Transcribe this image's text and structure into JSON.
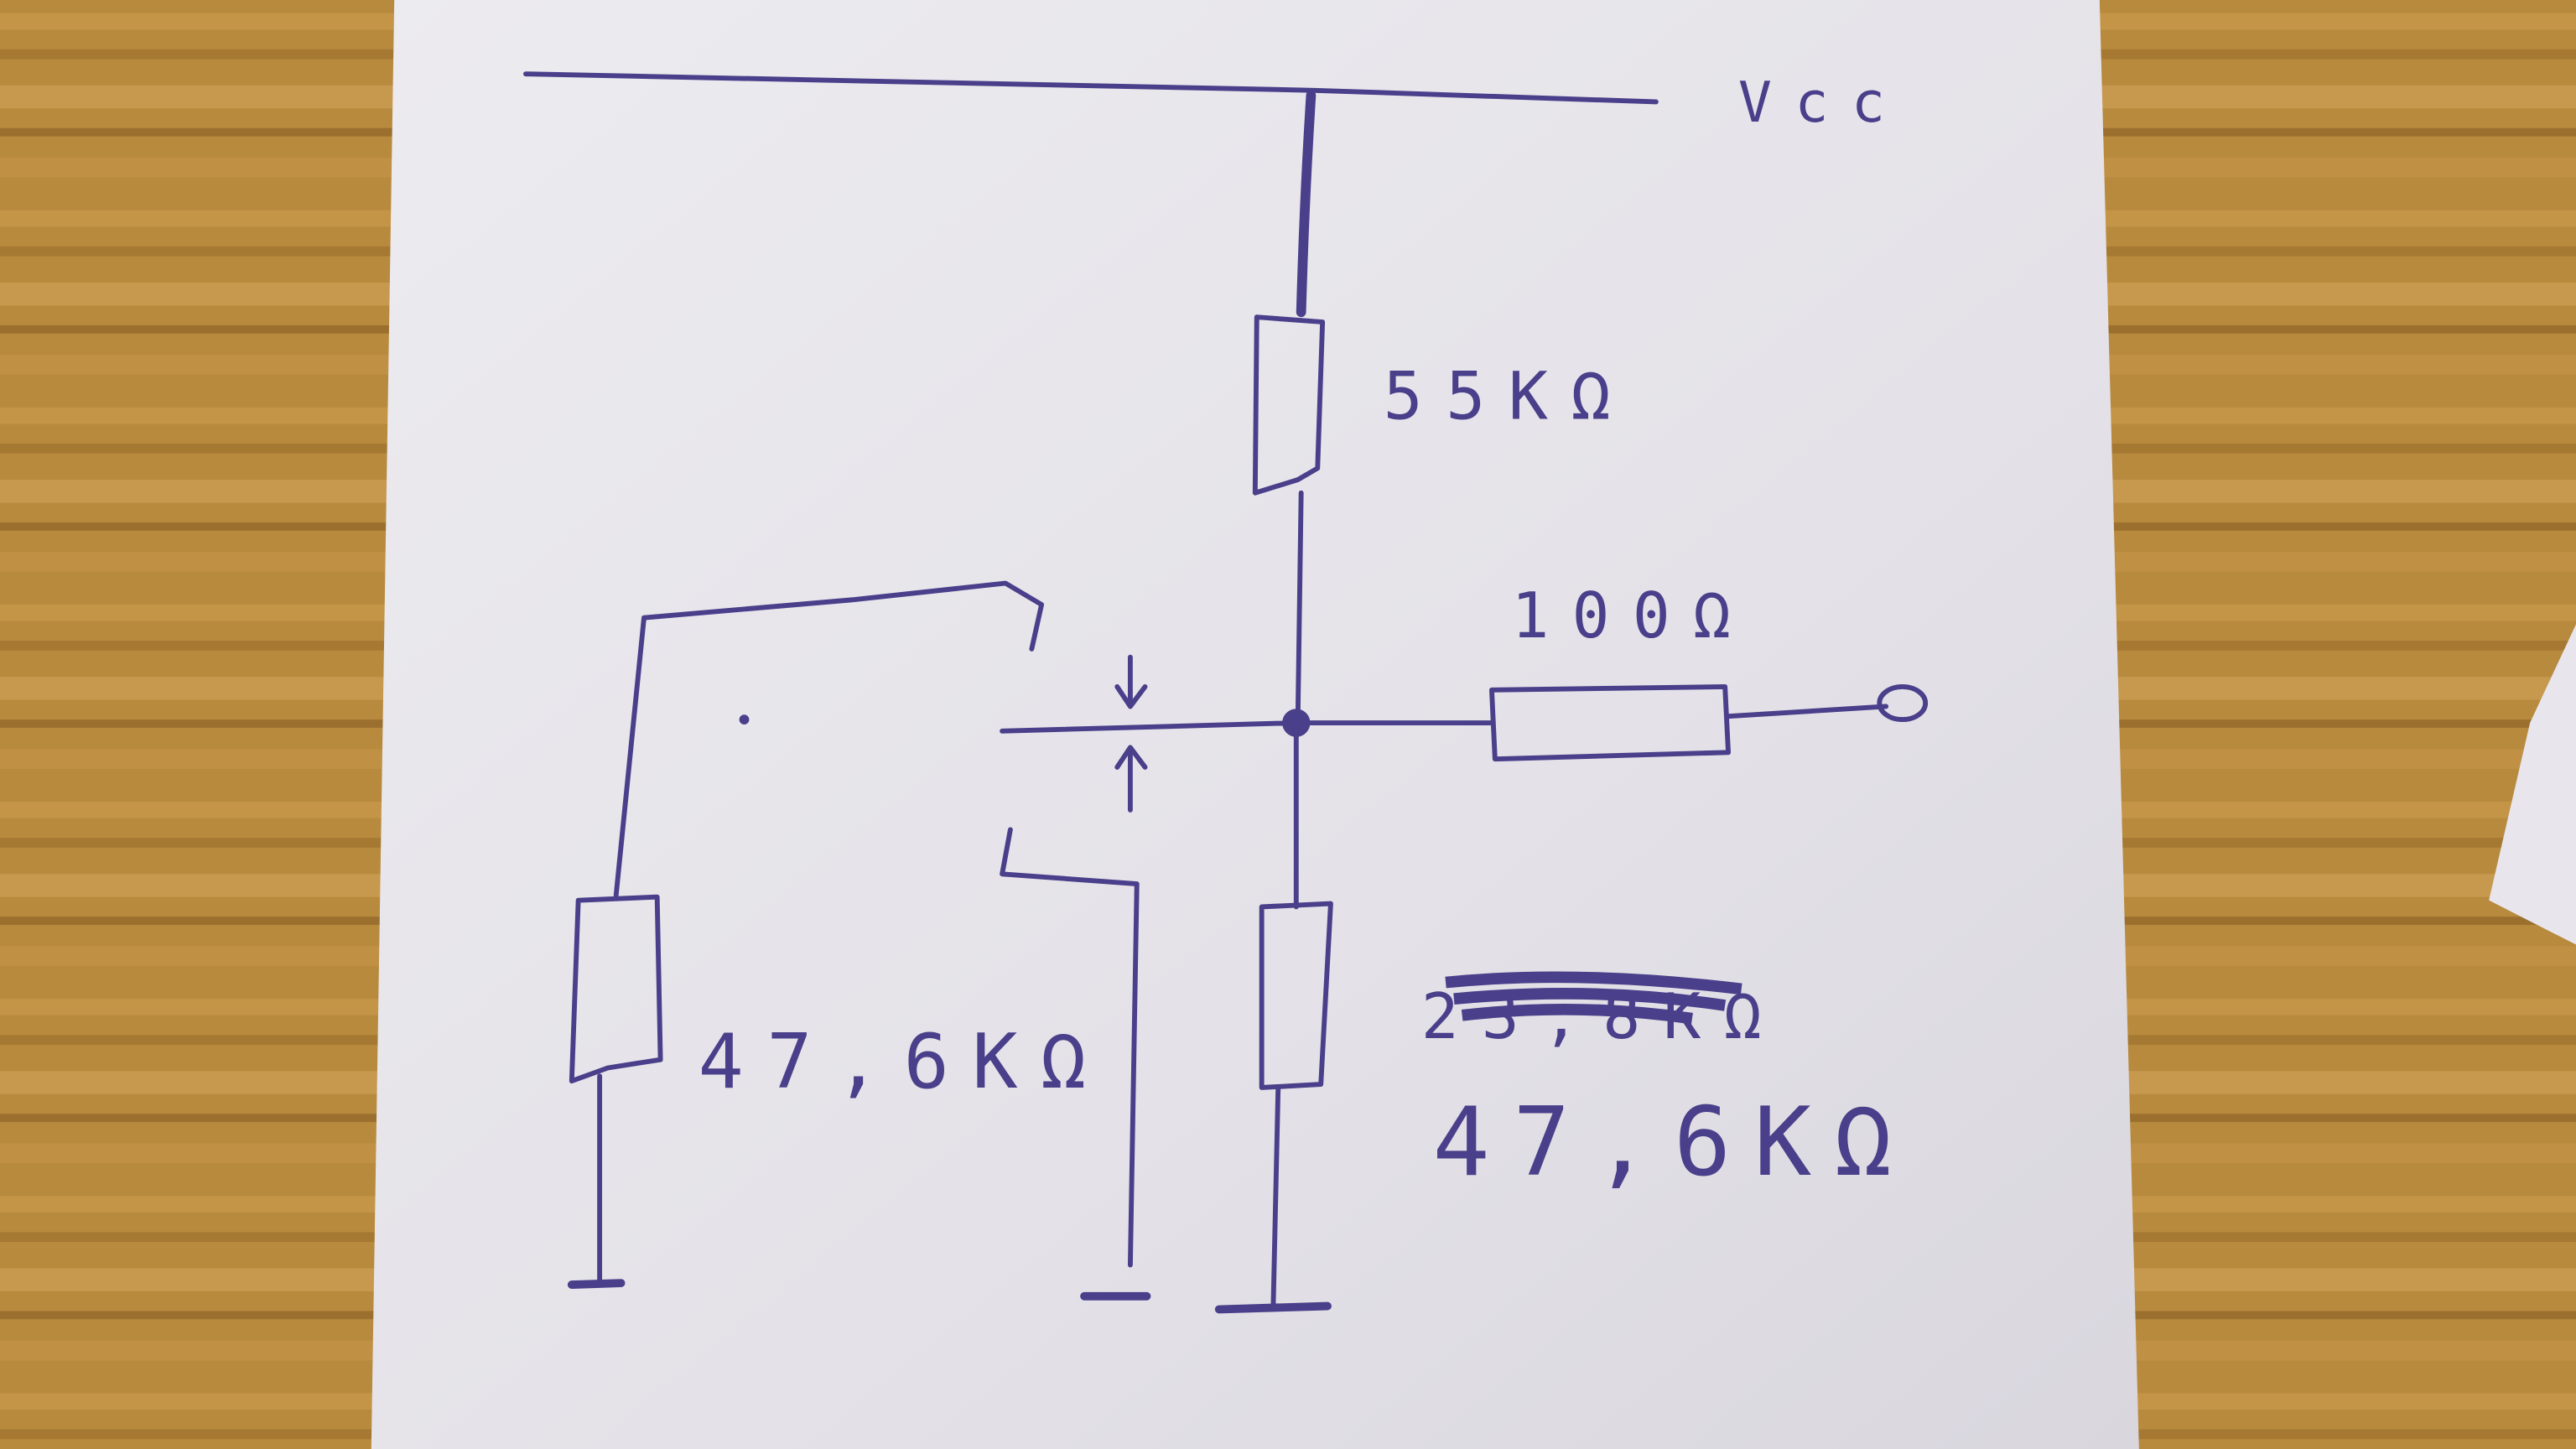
{
  "image": {
    "description_colors": {
      "wood": "#b88a3e",
      "wood_dark": "#8f6424",
      "wood_light": "#d2a65c",
      "paper": "#e6e4ea",
      "ink": "#4a3f8a"
    }
  },
  "schematic": {
    "supply_label": "Vcc",
    "r_top_label": "55KΩ",
    "r_series_label": "100Ω",
    "r_left_label": "47,6KΩ",
    "r_bottom_struck_label": "23,8KΩ",
    "r_bottom_label": "47,6KΩ"
  }
}
